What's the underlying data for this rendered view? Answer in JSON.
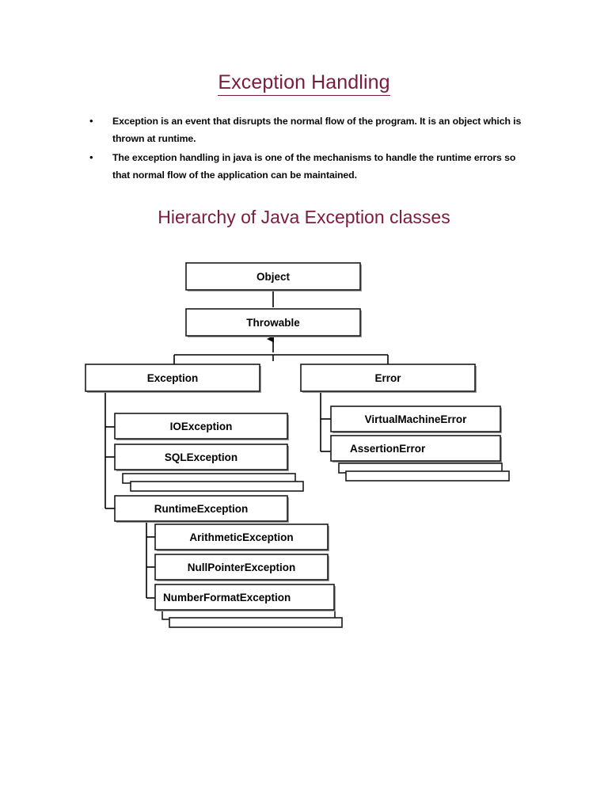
{
  "document": {
    "title": "Exception Handling",
    "bullet_marker": "•",
    "bullets": [
      "Exception is an event that disrupts the normal flow of the program. It is an object which is thrown at runtime.",
      "The exception handling in java is one of the mechanisms to handle the runtime errors so that normal flow of the application can be maintained."
    ],
    "section_heading": "Hierarchy of Java Exception classes"
  },
  "colors": {
    "heading": "#7b1b3e",
    "box_border": "#1a1a1a",
    "box_fill": "#ffffff",
    "connector": "#000000",
    "text": "#000000"
  },
  "diagram": {
    "type": "class-hierarchy",
    "root": "Object",
    "nodes": [
      {
        "id": "object",
        "label": "Object",
        "level": 0,
        "align": "center"
      },
      {
        "id": "throwable",
        "label": "Throwable",
        "level": 1,
        "align": "center"
      },
      {
        "id": "exception",
        "label": "Exception",
        "level": 2,
        "align": "center"
      },
      {
        "id": "error",
        "label": "Error",
        "level": 2,
        "align": "center"
      },
      {
        "id": "ioexception",
        "label": "IOException",
        "level": 3,
        "align": "center"
      },
      {
        "id": "sqlexception",
        "label": "SQLException",
        "level": 3,
        "align": "center"
      },
      {
        "id": "runtimeexception",
        "label": "RuntimeException",
        "level": 3,
        "align": "center"
      },
      {
        "id": "virtualmachineerror",
        "label": "VirtualMachineError",
        "level": 3,
        "align": "center"
      },
      {
        "id": "assertionerror",
        "label": "AssertionError",
        "level": 3,
        "align": "left"
      },
      {
        "id": "arithmeticexception",
        "label": "ArithmeticException",
        "level": 4,
        "align": "center"
      },
      {
        "id": "nullpointerexception",
        "label": "NullPointerException",
        "level": 4,
        "align": "center"
      },
      {
        "id": "numberformatexception",
        "label": "NumberFormatException",
        "level": 4,
        "align": "left"
      }
    ],
    "edges": [
      {
        "from": "throwable",
        "to": "object",
        "arrow": "up"
      },
      {
        "from": "exception",
        "to": "throwable",
        "arrow": "up"
      },
      {
        "from": "error",
        "to": "throwable",
        "arrow": "up"
      },
      {
        "from": "ioexception",
        "to": "exception",
        "arrow": "none"
      },
      {
        "from": "sqlexception",
        "to": "exception",
        "arrow": "none"
      },
      {
        "from": "runtimeexception",
        "to": "exception",
        "arrow": "none"
      },
      {
        "from": "virtualmachineerror",
        "to": "error",
        "arrow": "none"
      },
      {
        "from": "assertionerror",
        "to": "error",
        "arrow": "none"
      },
      {
        "from": "arithmeticexception",
        "to": "runtimeexception",
        "arrow": "none"
      },
      {
        "from": "nullpointerexception",
        "to": "runtimeexception",
        "arrow": "none"
      },
      {
        "from": "numberformatexception",
        "to": "runtimeexception",
        "arrow": "none"
      }
    ],
    "stacks": [
      {
        "under": "sqlexception",
        "count": 2,
        "meaning": "more-exception-subclasses"
      },
      {
        "under": "assertionerror",
        "count": 2,
        "meaning": "more-error-subclasses"
      },
      {
        "under": "numberformatexception",
        "count": 2,
        "meaning": "more-runtime-exception-subclasses"
      }
    ]
  }
}
